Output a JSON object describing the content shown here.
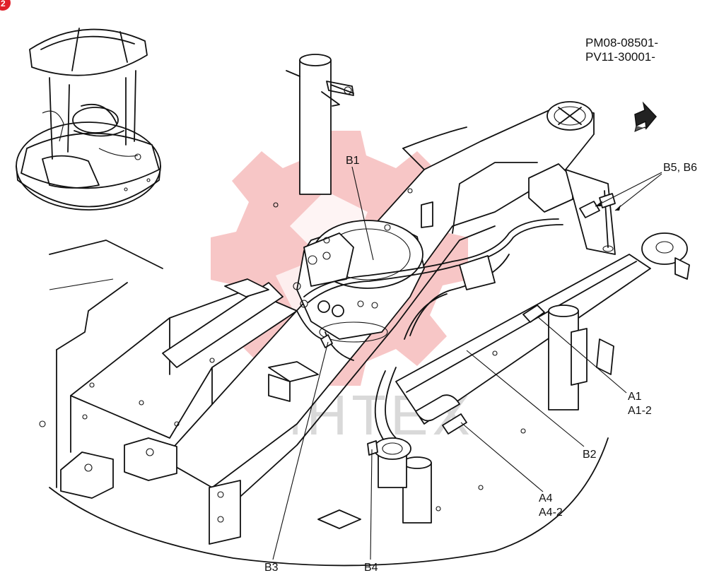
{
  "corner_badge": {
    "text": "2",
    "color": "#e0202a"
  },
  "serial_ranges": [
    "PM08-08501-",
    "PV11-30001-"
  ],
  "direction_arrow": {
    "icon": "front-direction-arrow-icon"
  },
  "callouts": {
    "b1": "B1",
    "b2": "B2",
    "b3": "B3",
    "b4": "B4",
    "b5_b6": "B5, B6",
    "a1": "A1",
    "a1_2": "A1-2",
    "a4": "A4",
    "a4_2": "A4-2"
  },
  "watermark": {
    "text": "ИНТЕХ",
    "gear_color": "#f4b3b3",
    "text_color": "#d9d9d9"
  }
}
